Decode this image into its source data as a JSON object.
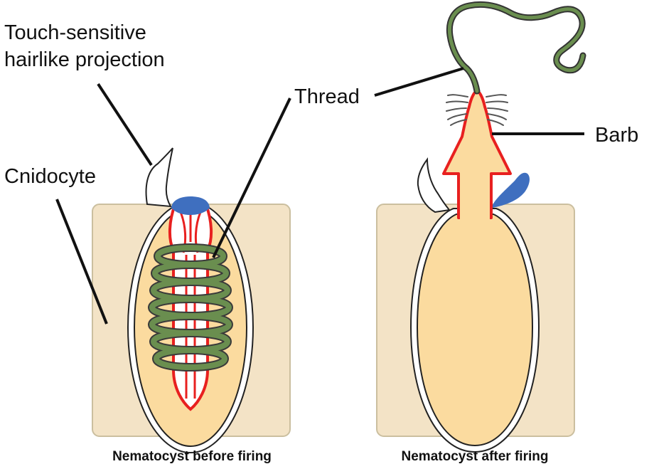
{
  "labels": {
    "touch_line1": "Touch-sensitive",
    "touch_line2": "hairlike projection",
    "cnidocyte": "Cnidocyte",
    "thread": "Thread",
    "barb": "Barb"
  },
  "captions": {
    "before": "Nematocyst before firing",
    "after": "Nematocyst after firing"
  },
  "colors": {
    "cell_fill": "#f3e3c6",
    "cell_stroke": "#cbbf9f",
    "capsule_fill": "#fbdb9f",
    "capsule_outline": "#222222",
    "tubule_red": "#e8201f",
    "thread_green": "#6a8e4f",
    "operculum_blue": "#3f6fbf",
    "hair_white": "#ffffff"
  }
}
